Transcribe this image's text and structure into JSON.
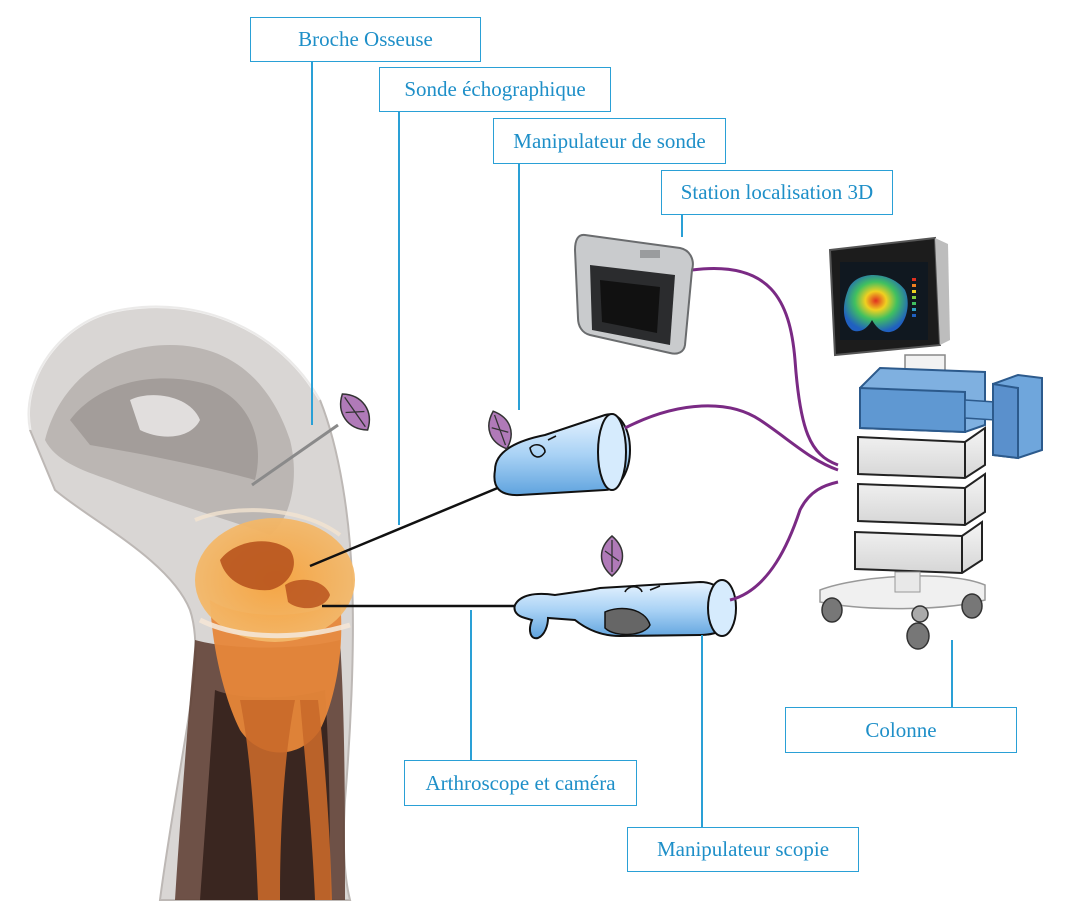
{
  "labels": {
    "broche_osseuse": "Broche Osseuse",
    "sonde_echographique": "Sonde échographique",
    "manipulateur_sonde": "Manipulateur de sonde",
    "station_localisation": "Station localisation 3D",
    "colonne": "Colonne",
    "arthroscope_camera": "Arthroscope et caméra",
    "manipulateur_scopie": "Manipulateur scopie"
  },
  "colors": {
    "label_border": "#2aa0d6",
    "label_text": "#1e8fc8",
    "cable": "#7a2a84",
    "leader_line": "#2aa0d6",
    "marker_leaf": "#a46ab0",
    "bone_orange": "#f0a040",
    "column_blue": "#6fa6dc"
  }
}
